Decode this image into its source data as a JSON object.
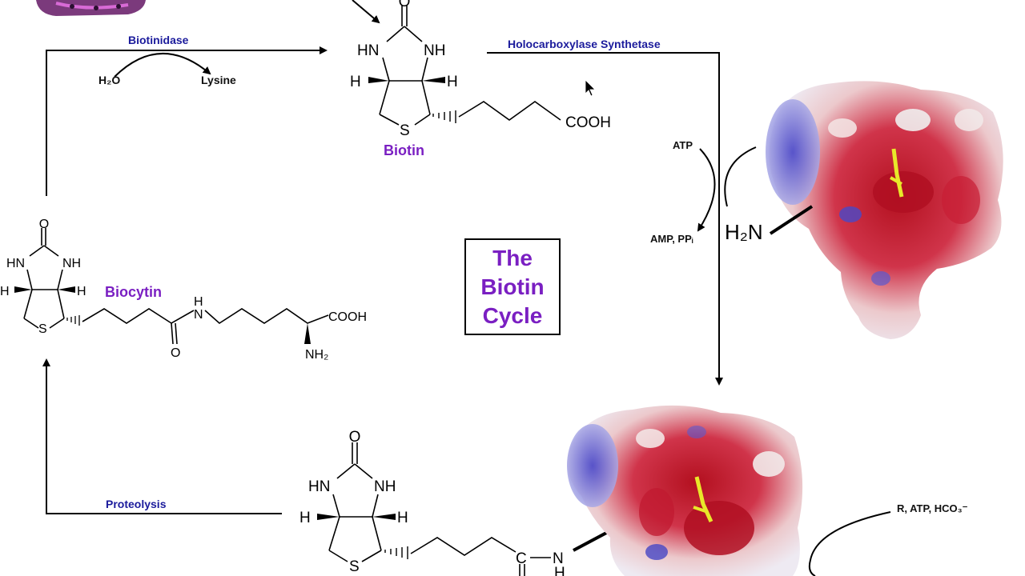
{
  "title": {
    "lines": [
      "The",
      "Biotin",
      "Cycle"
    ]
  },
  "enzymes": {
    "biotinidase": "Biotinidase",
    "holocarboxylase": "Holocarboxylase Synthetase",
    "proteolysis": "Proteolysis"
  },
  "reactants": {
    "water": "H₂O",
    "lysine": "Lysine",
    "atp": "ATP",
    "amp_ppi": "AMP, PPᵢ",
    "carboxylation": "R, ATP, HCO₃⁻",
    "amine": "H₂N"
  },
  "molecules": {
    "biotin": {
      "name": "Biotin",
      "atoms": {
        "o": "O",
        "nh_left": "HN",
        "nh_right": "NH",
        "h_left": "H",
        "h_right": "H",
        "s": "S",
        "cooh": "COOH"
      }
    },
    "biocytin": {
      "name": "Biocytin",
      "atoms": {
        "o": "O",
        "nh_left": "HN",
        "nh_right": "NH",
        "h_left": "H",
        "h_right": "H",
        "s": "S",
        "amide_h": "H",
        "amide_n": "N",
        "amide_o": "O",
        "cooh": "COOH",
        "nh2": "NH₂"
      }
    },
    "protein_bound_biotin": {
      "atoms": {
        "o": "O",
        "nh_left": "HN",
        "nh_right": "NH",
        "h_left": "H",
        "h_right": "H",
        "s": "S",
        "c": "C",
        "n": "N",
        "h": "H"
      }
    }
  },
  "colors": {
    "enzyme_label": "#1b1b9c",
    "molecule_name": "#7a1fc2",
    "protein_negative": "#c81428",
    "protein_positive": "#5050d0",
    "protein_neutral": "#f2eeee",
    "biotin_ligand": "#e8e82a"
  }
}
